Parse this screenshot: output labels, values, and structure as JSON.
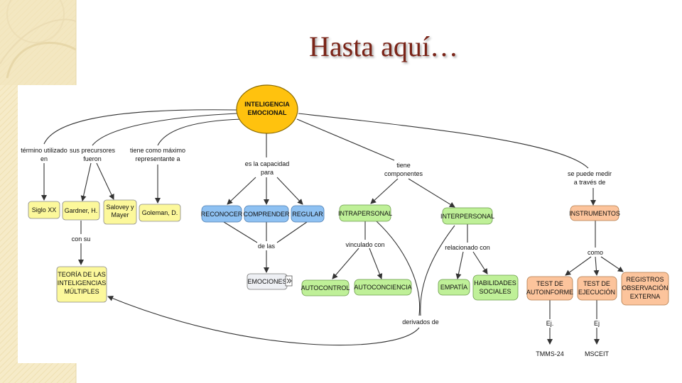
{
  "slide": {
    "title": "Hasta aquí…",
    "colors": {
      "title": "#7a2418",
      "sidebar": "#f6ebc8",
      "central": "#ffc20e",
      "yellow": "#fcf89b",
      "blue": "#8ec1f2",
      "green": "#bff098",
      "orange": "#fcc49c",
      "gray": "#eef0f4"
    }
  },
  "map": {
    "nodes": {
      "central": [
        "INTELIGENCIA",
        "EMOCIONAL"
      ],
      "siglo": [
        "Siglo XX"
      ],
      "gardner": [
        "Gardner, H."
      ],
      "salovey": [
        "Salovey y",
        "Mayer"
      ],
      "goleman": [
        "Goleman, D."
      ],
      "teoria": [
        "TEORÍA DE LAS",
        "INTELIGENCIAS",
        "MÚLTIPLES"
      ],
      "reconocer": [
        "RECONOCER"
      ],
      "comprender": [
        "COMPRENDER"
      ],
      "regular": [
        "REGULAR"
      ],
      "emociones": [
        "EMOCIONES"
      ],
      "intrapersonal": [
        "INTRAPERSONAL"
      ],
      "interpersonal": [
        "INTERPERSONAL"
      ],
      "autocontrol": [
        "AUTOCONTROL"
      ],
      "autoconciencia": [
        "AUTOCONCIENCIA"
      ],
      "empatia": [
        "EMPATÍA"
      ],
      "habilidades": [
        "HABILIDADES",
        "SOCIALES"
      ],
      "instrumentos": [
        "INSTRUMENTOS"
      ],
      "test_autoinforme": [
        "TEST DE",
        "AUTOINFORME"
      ],
      "test_ejecucion": [
        "TEST DE",
        "EJECUCIÓN"
      ],
      "registros": [
        "REGISTROS",
        "OBSERVACIÓN",
        "EXTERNA"
      ],
      "tmms": [
        "TMMS-24"
      ],
      "msceit": [
        "MSCEIT"
      ]
    },
    "links": {
      "termino": [
        "término utilizado",
        "en"
      ],
      "precursores": [
        "sus precursores",
        "fueron"
      ],
      "maximo": [
        "tiene como máximo",
        "representante a"
      ],
      "capacidad": [
        "es la capacidad",
        "para"
      ],
      "componentes": [
        "tiene",
        "componentes"
      ],
      "medir": [
        "se puede medir",
        "a través de"
      ],
      "con_su": [
        "con su"
      ],
      "de_las": [
        "de las"
      ],
      "vinculado": [
        "vinculado con"
      ],
      "relacionado": [
        "relacionado con"
      ],
      "como": [
        "como"
      ],
      "derivados": [
        "derivados de"
      ],
      "ej1": [
        "Ej."
      ],
      "ej2": [
        "Ej"
      ]
    }
  }
}
